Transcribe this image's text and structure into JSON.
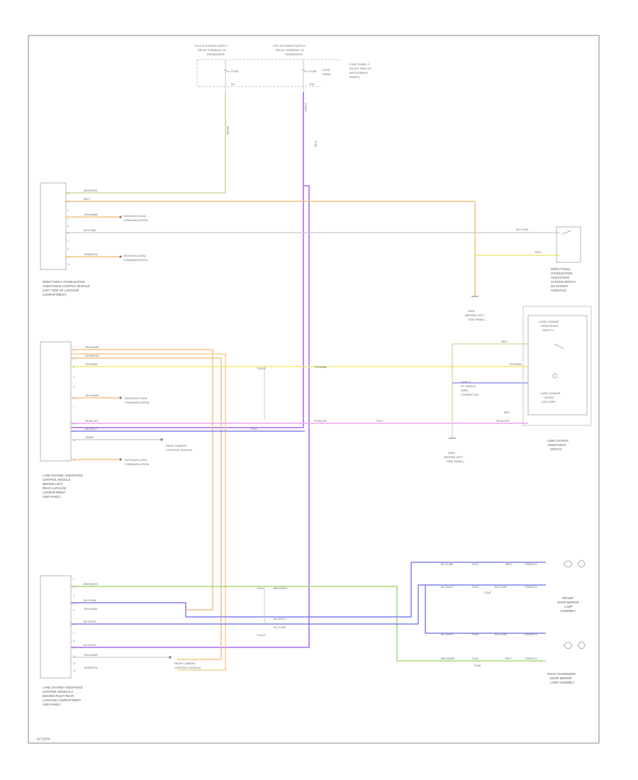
{
  "colors": {
    "frame": "#9a9a9a",
    "black_wire": "#c8c8c8",
    "yellow": "#ecec74",
    "orange": "#f2c384",
    "violet": "#b67cf4",
    "pink": "#f2a0f2",
    "blue": "#8080ee",
    "green": "#a8d87c",
    "olive": "#d6d2a0",
    "brown": "#c8b098"
  },
  "top": {
    "supply_left": [
      "HOT IN POWER SUPPLY",
      "RELAY TERMINAL 15",
      "PASSENGER"
    ],
    "supply_right": [
      "HOT IN POWER SUPPLY",
      "RELAY TERMINAL 15",
      "PASSENGER"
    ],
    "fuse_left": [
      "FUSE",
      "5A"
    ],
    "fuse_right": [
      "FUSE",
      "10A"
    ],
    "fuse_right_note": [
      "FUSE",
      "PANEL"
    ],
    "fuse_panel": [
      "FUSE PANEL C",
      "(RIGHT SIDE OF",
      "INSTRUMENT",
      "PANEL)"
    ],
    "wire_left": "BK/RD",
    "wire_right": "VT/GN",
    "wire_right_code": "T16E"
  },
  "module1": {
    "caption": [
      "DIRECTIONAL STABILIZATION",
      "ASSISTANCE CONTROL MODULE",
      "(LEFT SIDE OF LUGGAGE",
      "COMPARTMENT)"
    ],
    "pins": [
      "1",
      "2",
      "3",
      "4",
      "5",
      "6",
      "7",
      "8",
      "9",
      "10"
    ],
    "wires": [
      "BK/GN/RD",
      "BR/Y",
      "OR/GN/BR",
      "BL/YL/BK",
      "OR/BR/GN"
    ],
    "notes": [
      [
        "DATA BUS (CAN)",
        "COMMUNICATION"
      ],
      [
        "DATA BUS (CAN)",
        "COMMUNICATION"
      ]
    ]
  },
  "switch1": {
    "caption": [
      "DIRECTIONAL",
      "STABILIZATION",
      "ASSISTANCE",
      "SYSTEM SWITCH",
      "(IN CENTER",
      "CONSOLE)"
    ],
    "wire": "BL/YL/BK",
    "ground_wire": "BR/Y",
    "ground": [
      "G409",
      "(BEHIND LEFT",
      "SIDE PANEL)"
    ]
  },
  "module2": {
    "caption": [
      "LANE CHANGE ASSISTANCE",
      "CONTROL MODULE",
      "(BEHIND LEFT",
      "REAR LUGGAGE",
      "COMPARTMENT",
      "SIDE PANEL)"
    ],
    "pins": [
      "1",
      "2",
      "3",
      "4",
      "5",
      "6",
      "7",
      "8",
      "9",
      "10",
      "11"
    ],
    "wires": [
      "OR/GN/BR",
      "OR/BR/GN",
      "YE/GN/BL",
      "OR/GN/BR",
      "PK/BL/WT",
      "BL/GN/VT",
      "GN/BK"
    ],
    "notes": [
      [
        "DATA BUS (CAN)",
        "COMMUNICATION"
      ],
      [
        "REAR CAMERA",
        "CONTROL MODULE"
      ],
      [
        "DATA BUS (CAN)",
        "COMMUNICATION"
      ]
    ],
    "line_labels": [
      "T16/4",
      "T16/13"
    ]
  },
  "switch2": {
    "title": [
      "LANE CHANGE",
      "ASSISTANCE",
      "SWITCH"
    ],
    "lamp": [
      "LANE CHANGE",
      "ASSIST",
      "LED LAMP"
    ],
    "caption": [
      "LANE CHANGE",
      "ASSISTANCE",
      "SWITCH"
    ],
    "wires": [
      "BR/Y",
      "YE/GN/BL",
      "PK/BL/WT",
      "BR/Y"
    ],
    "shield": [
      "SHIELD",
      "OF SINGLE",
      "WIRE",
      "CONNECTED"
    ],
    "ground": [
      "G409",
      "(BEHIND LEFT",
      "SIDE PANEL)"
    ],
    "connector": "T10/Y"
  },
  "module3": {
    "caption": [
      "LANE CHANGE ASSISTANCE",
      "CONTROL MODULE 2",
      "(BEHIND RIGHT REAR",
      "LUGGAGE COMPARTMENT",
      "SIDE PANEL)"
    ],
    "pins": [
      "1",
      "2",
      "3",
      "4",
      "5",
      "6",
      "7",
      "8",
      "9",
      "10",
      "11",
      "12"
    ],
    "wires": [
      "BR/GN/RD",
      "BL/YL/BK",
      "OR/GN/BK",
      "BL/GN/VT",
      "BL/GN/VT",
      "OR/GN/BR",
      "OR/BR/GN"
    ],
    "notes": [
      [
        "REAR CAMERA",
        "CONTROL MODULE"
      ]
    ],
    "line_labels": [
      "T16/1",
      "T16/12"
    ]
  },
  "mirrors": {
    "driver_caption": [
      "DRIVER",
      "DOOR MIRROR",
      "LAMP",
      "ASSEMBLY"
    ],
    "passenger_caption": [
      "RIGHT PASSENGER",
      "DOOR MIRROR",
      "LAMP ASSEMBLY"
    ],
    "wire_rows": [
      [
        "BL/YL/BK",
        "T10/1",
        "BR/Y",
        "OR/BK/YL"
      ],
      [
        "BL/GN/VT",
        "T10/2",
        "BL/YL/BK",
        "OR/BK/YL"
      ],
      [
        "BL/GN/VT",
        "T10/3",
        "BL/YL/BK",
        "OR/BK/YL"
      ],
      [
        "BR/GN/RD",
        "T10/4",
        "BR/Y",
        "OR/BK/YL"
      ]
    ],
    "connector_labels": [
      "T16/8",
      "T16/8"
    ]
  },
  "footer": "W73856"
}
